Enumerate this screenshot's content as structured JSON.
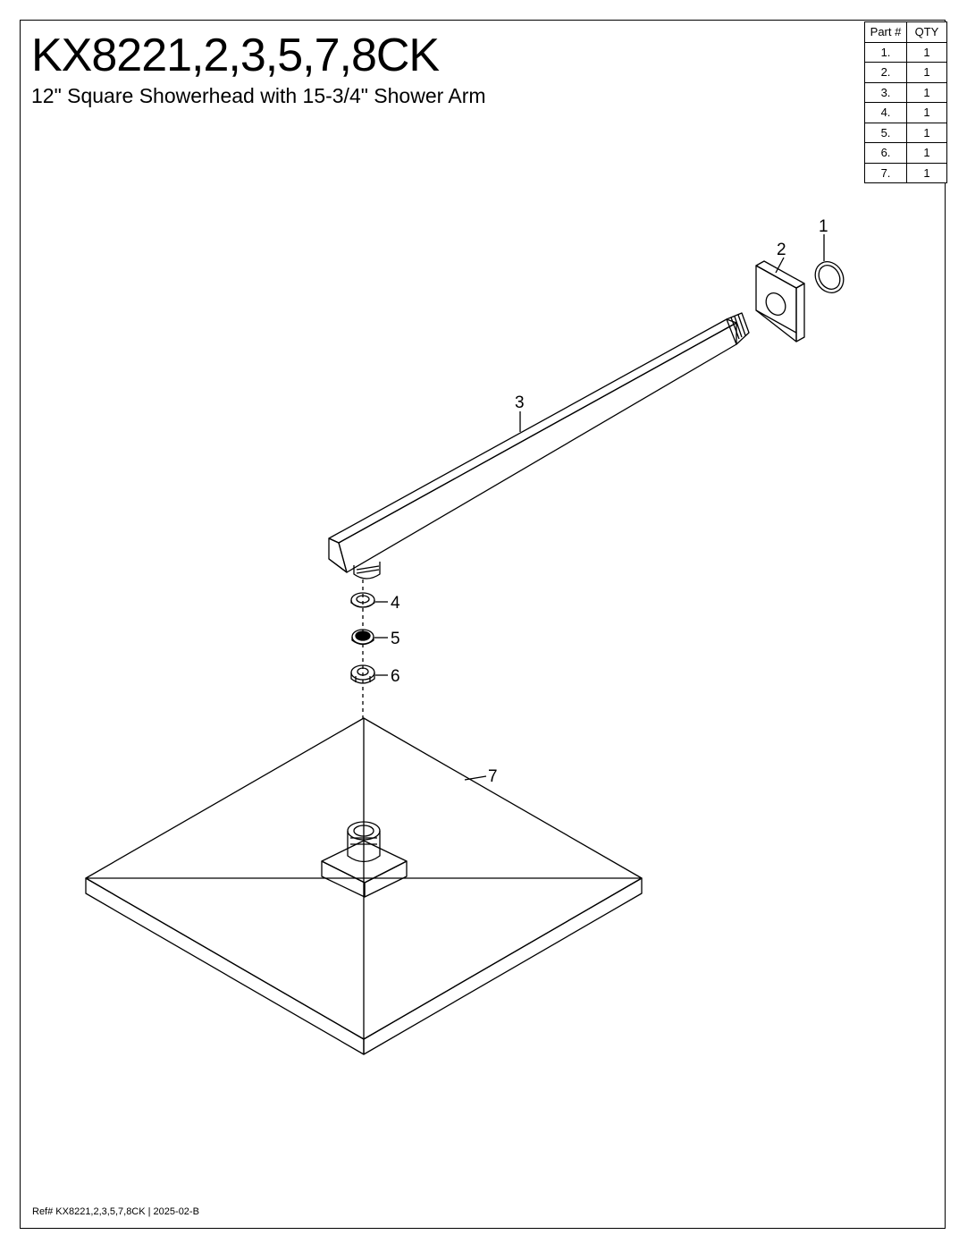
{
  "title": "KX8221,2,3,5,7,8CK",
  "subtitle": "12\" Square Showerhead with 15-3/4\" Shower Arm",
  "parts_table": {
    "headers": [
      "Part #",
      "QTY"
    ],
    "rows": [
      {
        "part": "1.",
        "qty": "1"
      },
      {
        "part": "2.",
        "qty": "1"
      },
      {
        "part": "3.",
        "qty": "1"
      },
      {
        "part": "4.",
        "qty": "1"
      },
      {
        "part": "5.",
        "qty": "1"
      },
      {
        "part": "6.",
        "qty": "1"
      },
      {
        "part": "7.",
        "qty": "1"
      }
    ]
  },
  "callouts": {
    "c1": "1",
    "c2": "2",
    "c3": "3",
    "c4": "4",
    "c5": "5",
    "c6": "6",
    "c7": "7"
  },
  "ref_note": "Ref# KX8221,2,3,5,7,8CK | 2025-02-B"
}
